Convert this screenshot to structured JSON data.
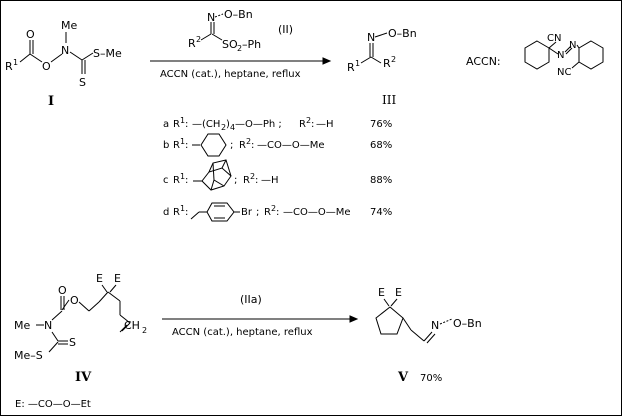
{
  "reaction1": {
    "start_label": "I",
    "reagent_label": "(II)",
    "conditions": "ACCN (cat.), heptane, reflux",
    "product_label": "III",
    "accn_label": "ACCN:",
    "atoms": {
      "me": "Me",
      "s_me": "S–Me",
      "o": "O",
      "n": "N",
      "s": "S",
      "r1": "R",
      "r2": "R",
      "obn": "O–Bn",
      "so2ph": "SO",
      "ph": "–Ph",
      "cn": "CN",
      "nc": "NC",
      "nn": "N",
      "sup1": "1",
      "sup2": "2",
      "sub2": "2"
    },
    "entries": [
      {
        "id": "a",
        "r1": "—(CH2)4—O—Ph",
        "r2": "—H",
        "yield": "76%"
      },
      {
        "id": "b",
        "r1": "cyclohexyl",
        "r2": "—CO—O—Me",
        "yield": "68%"
      },
      {
        "id": "c",
        "r1": "adamantyl",
        "r2": "—H",
        "yield": "88%"
      },
      {
        "id": "d",
        "r1": "4-bromobenzyl",
        "r2": "—CO—O—Me",
        "yield": "74%"
      }
    ],
    "entry_text": {
      "r1_prefix": "R",
      "r2_prefix": "R",
      "a_r1": "—(CH",
      "a_r1b": ")",
      "a_r1c": "—O—Ph ;",
      "a_r1_sub2": "2",
      "a_r1_sub4": "4",
      "sep": ";",
      "colon": ":",
      "br": "Br"
    }
  },
  "reaction2": {
    "start_label": "IV",
    "reagent_label": "(IIa)",
    "conditions": "ACCN (cat.), heptane, reflux",
    "product_label": "V",
    "yield": "70%",
    "e_definition": "E: —CO—O—Et",
    "atoms": {
      "e": "E",
      "o": "O",
      "n": "N",
      "me": "Me",
      "mes": "Me–S",
      "s": "S",
      "ch2": "CH",
      "sub2": "2",
      "n_obn": "N",
      "obn": "O–Bn"
    }
  }
}
